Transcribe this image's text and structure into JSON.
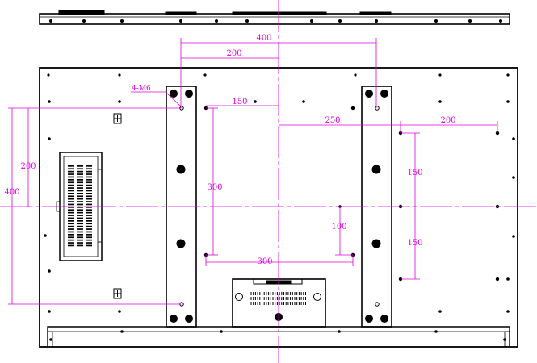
{
  "colors": {
    "dimension": "#e000e0",
    "outline": "#000000",
    "background": "#ffffff"
  },
  "labels": {
    "top_400": "400",
    "top_200": "200",
    "hole_callout": "4-M6",
    "left_150": "150",
    "mid_250": "250",
    "right_200": "200",
    "left_v_200": "200",
    "left_v_400": "400",
    "bracket_300": "300",
    "center_100": "100",
    "right_150_upper": "150",
    "right_150_lower": "150",
    "bottom_300": "300"
  }
}
